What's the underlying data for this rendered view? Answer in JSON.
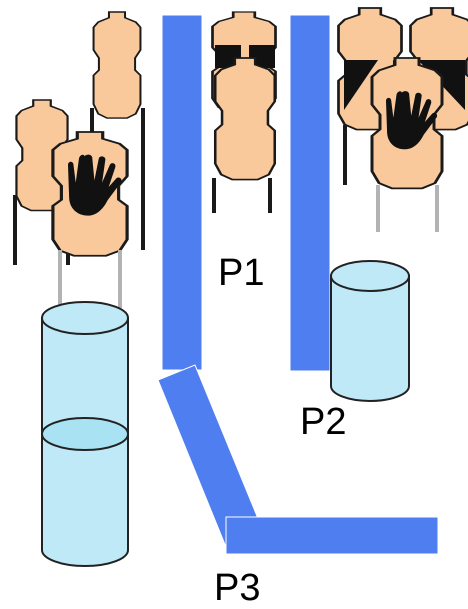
{
  "labels": {
    "p1": "P1",
    "p2": "P2",
    "p3": "P3"
  },
  "colors": {
    "target_fill": "#f9c99c",
    "target_stroke": "#1a1a1a",
    "panel_fill": "#4f7ef0",
    "barrel_fill": "#bfe9f6",
    "barrel_top": "#a8e2f3",
    "barrel_stroke": "#222222",
    "stand_gray": "#b3b3b3",
    "hand_fill": "#111111"
  },
  "icons": [
    "hand-icon"
  ]
}
